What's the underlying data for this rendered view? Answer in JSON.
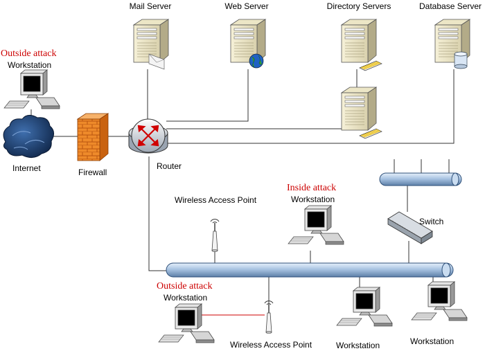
{
  "labels": {
    "mail_server": "Mail Server",
    "web_server": "Web Server",
    "directory_servers": "Directory Servers",
    "database_server": "Database Server",
    "outside_attack_top": "Outside attack",
    "workstation_top": "Workstation",
    "internet": "Internet",
    "firewall": "Firewall",
    "router": "Router",
    "wireless_ap_top": "Wireless Access Point",
    "inside_attack": "Inside attack",
    "workstation_mid": "Workstation",
    "switch": "Switch",
    "outside_attack_bottom": "Outside attack",
    "workstation_bottom_left": "Workstation",
    "wireless_ap_bottom": "Wireless Access Point",
    "workstation_bottom_mid": "Workstation",
    "workstation_bottom_right": "Workstation"
  },
  "colors": {
    "attack_text": "#cc0000",
    "attacker_screen": "#d40000",
    "normal_screen": "#ffffff",
    "bus": "#9cb8d8",
    "firewall": "#e87a1e",
    "cloud": "#1b3a66",
    "rogue_link": "#cc0000"
  },
  "icons": {
    "server": "server-tower-icon",
    "workstation": "desktop-computer-icon",
    "cloud": "internet-cloud-icon",
    "firewall": "brick-firewall-icon",
    "router": "router-icon",
    "access_point": "wireless-antenna-icon",
    "switch": "network-switch-icon"
  }
}
